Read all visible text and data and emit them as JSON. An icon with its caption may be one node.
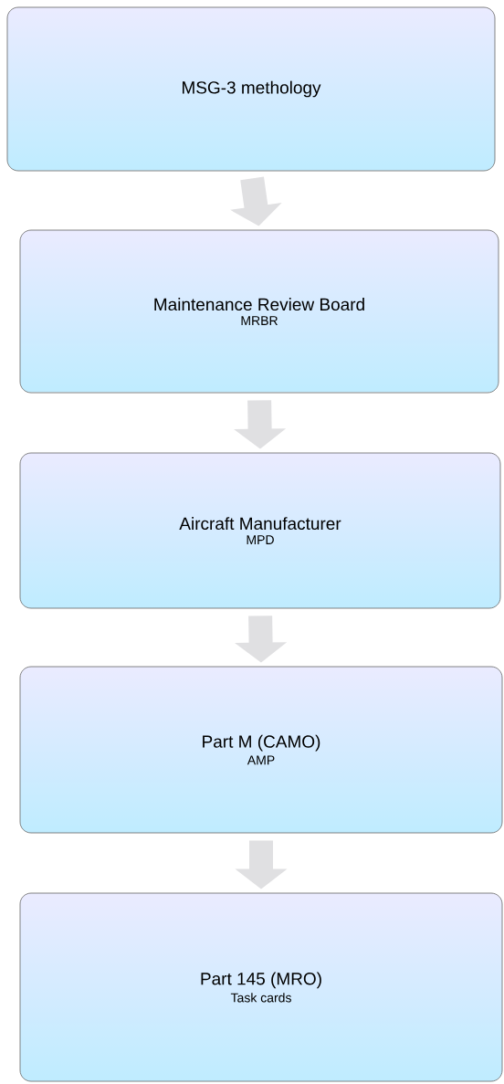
{
  "diagram": {
    "nodes": [
      {
        "text": [
          "MSG-3 methology"
        ]
      },
      {
        "text": [
          "Maintenance Review Board",
          "MRBR"
        ]
      },
      {
        "text": [
          "Aircraft Manufacturer",
          "MPD"
        ]
      },
      {
        "text": [
          "Part M (CAMO)",
          "AMP"
        ]
      },
      {
        "text": [
          "Part 145 (MRO)",
          "Task cards"
        ]
      }
    ],
    "edges": [
      {
        "from": 0,
        "to": 1,
        "arrow": "to"
      },
      {
        "from": 1,
        "to": 2,
        "arrow": "to"
      },
      {
        "from": 2,
        "to": 3,
        "arrow": "to"
      },
      {
        "from": 3,
        "to": 4,
        "arrow": "to"
      }
    ]
  }
}
